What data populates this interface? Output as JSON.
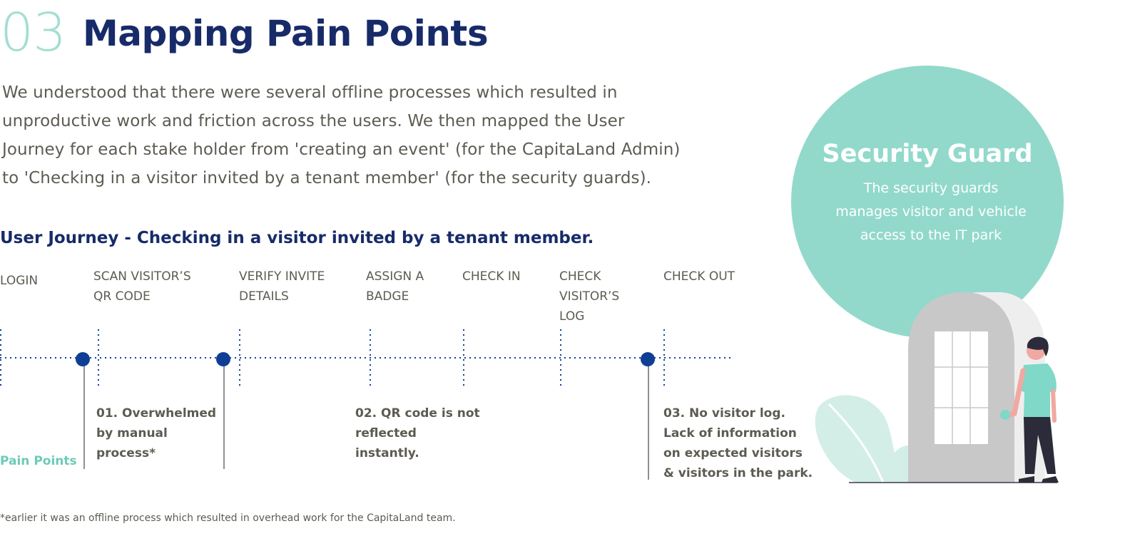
{
  "header": {
    "section_number": "03",
    "title": "Mapping Pain Points"
  },
  "intro": {
    "lines": [
      "We understood that there were several offline processes which resulted in",
      "unproductive work and friction across the users. We then mapped the User",
      "Journey for each stake holder from 'creating an event' (for the CapitaLand Admin)",
      "to 'Checking in a visitor invited by a tenant member' (for the security guards)."
    ]
  },
  "journey": {
    "title": "User Journey - Checking in a visitor invited by a tenant member.",
    "steps": [
      {
        "lines": [
          "LOGIN"
        ]
      },
      {
        "lines": [
          "SCAN VISITOR’S",
          "QR CODE"
        ]
      },
      {
        "lines": [
          "VERIFY INVITE",
          "DETAILS"
        ]
      },
      {
        "lines": [
          "ASSIGN A",
          "BADGE"
        ]
      },
      {
        "lines": [
          "CHECK IN"
        ]
      },
      {
        "lines": [
          "CHECK",
          "VISITOR’S",
          "LOG"
        ]
      },
      {
        "lines": [
          "CHECK OUT"
        ]
      }
    ],
    "pain_points_label": "Pain Points",
    "pain_points": [
      {
        "lines": [
          "01. Overwhelmed",
          "by manual",
          "process*"
        ]
      },
      {
        "lines": [
          "02. QR code is not",
          "reflected",
          "instantly."
        ]
      },
      {
        "lines": [
          "03. No visitor log.",
          "Lack of information",
          "on expected visitors",
          "& visitors in the park."
        ]
      }
    ],
    "footnote": "*earlier it was an offline process which resulted in overhead work for the CapitaLand team."
  },
  "persona": {
    "title": "Security Guard",
    "description_lines": [
      "The security guards",
      "manages visitor and vehicle",
      "access to the IT park"
    ]
  },
  "colors": {
    "navy": "#172b69",
    "mint": "#92d9cc",
    "text_gray": "#5d5b52",
    "marker_blue": "#0f3f94"
  }
}
